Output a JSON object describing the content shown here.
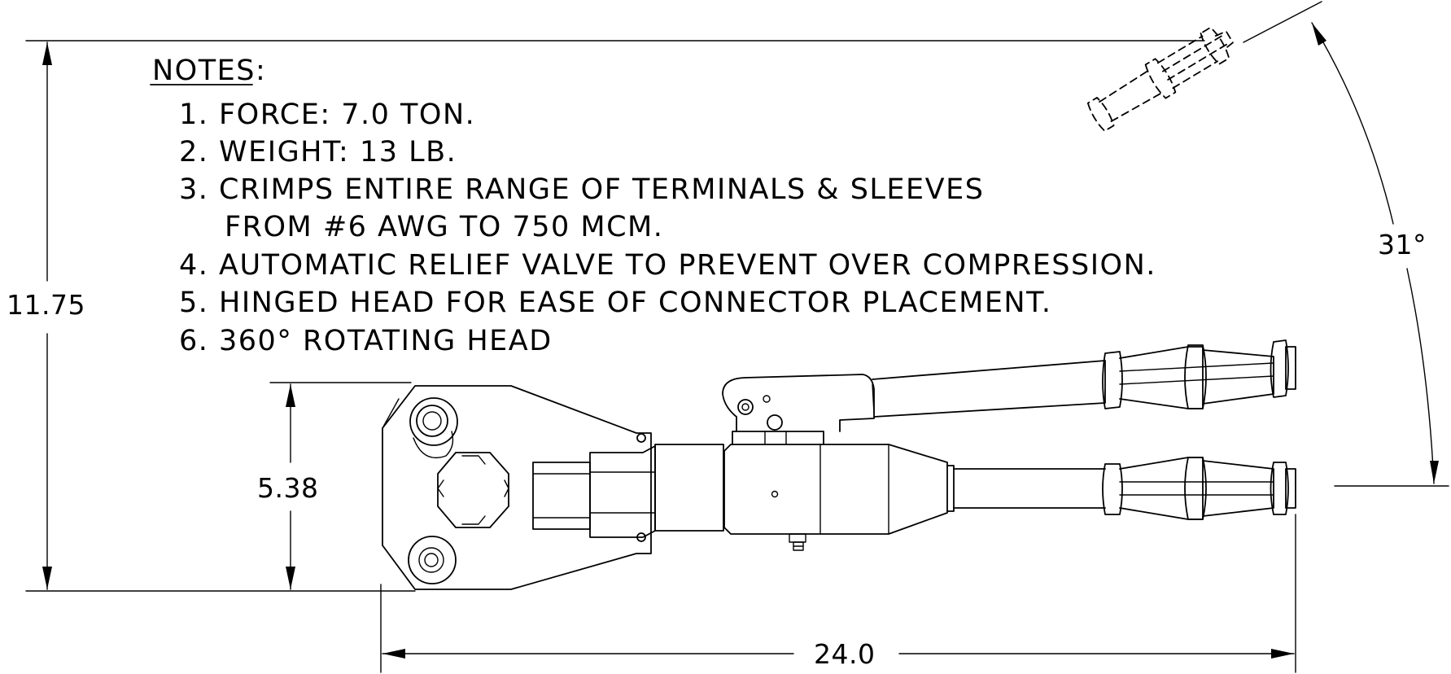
{
  "notes": {
    "title": "NOTES:",
    "items": [
      "1. FORCE: 7.0 TON.",
      "2. WEIGHT: 13 LB.",
      "3. CRIMPS ENTIRE RANGE OF TERMINALS & SLEEVES",
      "FROM #6 AWG TO 750 MCM.",
      "4. AUTOMATIC RELIEF VALVE TO PREVENT OVER COMPRESSION.",
      "5. HINGED HEAD FOR EASE OF CONNECTOR PLACEMENT.",
      "6. 360° ROTATING HEAD"
    ]
  },
  "dimensions": {
    "overall_height": "11.75",
    "head_height": "5.38",
    "overall_length": "24.0",
    "handle_angle": "31°"
  },
  "colors": {
    "ink": "#000000",
    "background": "#ffffff"
  }
}
